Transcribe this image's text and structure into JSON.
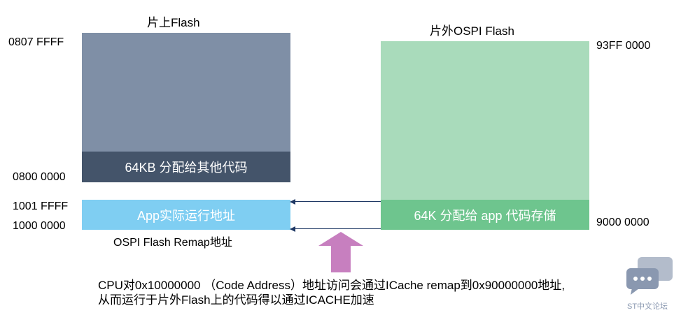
{
  "colors": {
    "internal_flash": "#7f8fa6",
    "internal_flash_band": "#44546a",
    "app_region": "#7fcef2",
    "external_flash": "#a9dbbb",
    "external_flash_band": "#6ec58e",
    "arrow": "#1f3864",
    "up_arrow": "#c77fbf",
    "logo": "#8a98b0"
  },
  "internal_flash": {
    "title": "片上Flash",
    "top_address": "0807 FFFF",
    "bottom_address": "0800 0000",
    "band_label": "64KB 分配给其他代码"
  },
  "app_region": {
    "label": "App实际运行地址",
    "top_address": "1001 FFFF",
    "bottom_address": "1000 0000",
    "caption": "OSPI Flash Remap地址"
  },
  "external_flash": {
    "title": "片外OSPI Flash",
    "top_address": "93FF 0000",
    "bottom_address": "9000 0000",
    "band_label": "64K 分配给 app 代码存储"
  },
  "note": {
    "line1": "CPU对0x10000000 （Code Address）地址访问会通过ICache remap到0x90000000地址,",
    "line2": "从而运行于片外Flash上的代码得以通过ICACHE加速"
  },
  "watermark": {
    "text": "ST中文论坛",
    "icon": "chat-bubble-icon"
  }
}
